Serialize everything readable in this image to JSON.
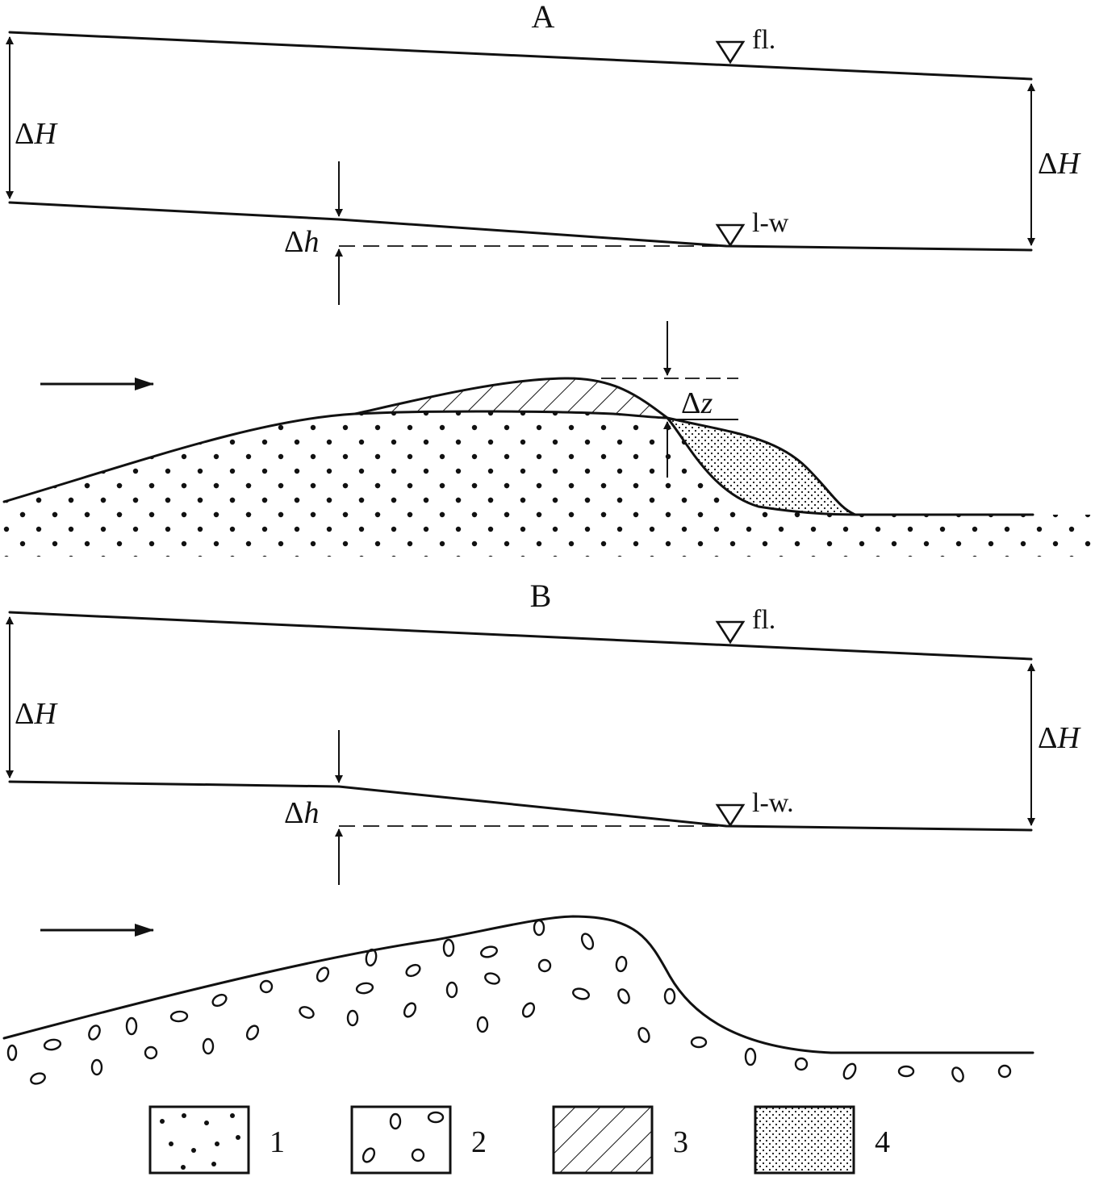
{
  "panels": {
    "a": {
      "title": "A",
      "flood_mark": "fl.",
      "lowwater_mark": "l-w",
      "delta_H_symbol": "Δ",
      "delta_H_var": "H",
      "delta_h_symbol": "Δ",
      "delta_h_var": "h",
      "delta_z_symbol": "Δ",
      "delta_z_var": "z"
    },
    "b": {
      "title": "B",
      "flood_mark": "fl.",
      "lowwater_mark": "l-w.",
      "delta_H_symbol": "Δ",
      "delta_H_var": "H",
      "delta_h_symbol": "Δ",
      "delta_h_var": "h"
    }
  },
  "legend": [
    {
      "number": "1",
      "pattern": "sparse-dots"
    },
    {
      "number": "2",
      "pattern": "pebbles"
    },
    {
      "number": "3",
      "pattern": "diagonal-hatch"
    },
    {
      "number": "4",
      "pattern": "fine-stipple"
    }
  ],
  "colors": {
    "ink": "#111111",
    "background": "#ffffff"
  }
}
